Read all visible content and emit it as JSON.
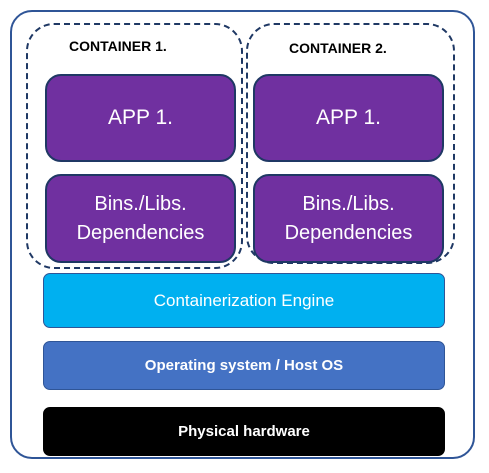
{
  "containers": [
    {
      "title": "CONTAINER 1.",
      "app_label": "APP 1.",
      "bins_line1": "Bins./Libs.",
      "bins_line2": "Dependencies"
    },
    {
      "title": "CONTAINER 2.",
      "app_label": "APP 1.",
      "bins_line1": "Bins./Libs.",
      "bins_line2": "Dependencies"
    }
  ],
  "layers": {
    "engine": "Containerization Engine",
    "os": "Operating system / Host OS",
    "hardware": "Physical hardware"
  },
  "colors": {
    "frame_border": "#2f5597",
    "container_dash": "#1f3864",
    "app_purple": "#7030a0",
    "engine_blue": "#00b0f0",
    "os_blue": "#4472c4",
    "hardware_black": "#000000"
  }
}
